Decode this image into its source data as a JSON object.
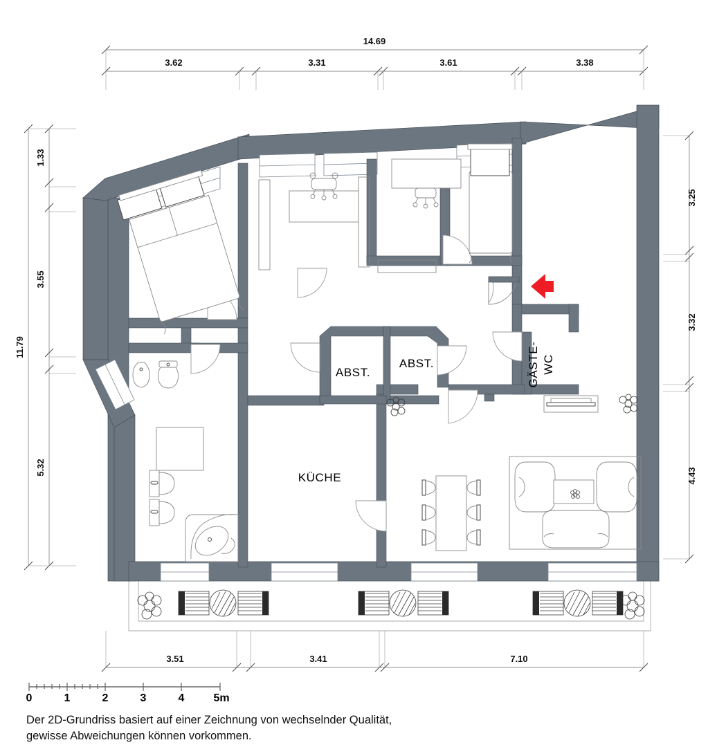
{
  "document": {
    "type": "2D floor plan",
    "language": "de"
  },
  "dimensions": {
    "top": {
      "total": "14.69",
      "segments": [
        "3.62",
        "3.31",
        "3.61",
        "3.38"
      ]
    },
    "left": {
      "total": "11.79",
      "segments": [
        "1.33",
        "3.55",
        "5.32"
      ]
    },
    "right": {
      "segments": [
        "3.25",
        "3.32",
        "4.43"
      ]
    },
    "bottom": {
      "segments": [
        "3.51",
        "3.41",
        "7.10"
      ]
    }
  },
  "rooms": [
    {
      "id": "schlafzimmer",
      "label": ""
    },
    {
      "id": "arbeitszimmer",
      "label": ""
    },
    {
      "id": "kinderzimmer",
      "label": ""
    },
    {
      "id": "abstellraum-1",
      "label": "ABST."
    },
    {
      "id": "abstellraum-2",
      "label": "ABST."
    },
    {
      "id": "gaeste-wc",
      "label": "GÄSTE-\nWC",
      "line1": "GÄSTE-",
      "line2": "WC"
    },
    {
      "id": "kueche",
      "label": "KÜCHE"
    },
    {
      "id": "wohnzimmer",
      "label": ""
    },
    {
      "id": "badezimmer",
      "label": ""
    },
    {
      "id": "flur",
      "label": ""
    }
  ],
  "room_labels": {
    "abst_1": "ABST.",
    "abst_2": "ABST.",
    "gaeste_wc_line1": "GÄSTE-",
    "gaeste_wc_line2": "WC",
    "kueche": "KÜCHE"
  },
  "entrance_marker": {
    "name": "entrance-arrow",
    "color": "#ee1c24",
    "direction": "left"
  },
  "scale_bar": {
    "unit_label": "5m",
    "ticks": [
      "0",
      "1",
      "2",
      "3",
      "4",
      "5m"
    ],
    "max_meters": 5
  },
  "caption": {
    "line1": "Der 2D-Grundriss basiert auf einer Zeichnung von wechselnder Qualität,",
    "line2": "gewisse Abweichungen können vorkommen."
  },
  "colors": {
    "wall": "#6b7680",
    "wall_stroke": "#46505a",
    "furniture_stroke": "#8a8a8a",
    "dimension_line": "#8d8d8d",
    "accent_red": "#ee1c24",
    "background": "#ffffff"
  },
  "furniture": {
    "bedroom_main": [
      "double-bed",
      "nightstand-left",
      "nightstand-right"
    ],
    "office": [
      "desk",
      "office-chair",
      "wardrobe-left",
      "wardrobe-right"
    ],
    "child_room": [
      "single-bed",
      "wardrobe",
      "desk",
      "chair"
    ],
    "bathroom": [
      "urinal",
      "toilet",
      "shower",
      "washbasin-left",
      "washbasin-right",
      "corner-bathtub"
    ],
    "kitchen": [],
    "living": [
      "sofa",
      "armchair-left",
      "armchair-right",
      "coffee-table",
      "plant"
    ],
    "dining": [
      "dining-table",
      "chair-1",
      "chair-2",
      "chair-3",
      "chair-4",
      "chair-5",
      "chair-6"
    ],
    "hall": [
      "sideboard",
      "plant"
    ],
    "terrace": [
      "chair-set-1",
      "round-table-1",
      "chair-set-2",
      "chair-set-3",
      "round-table-2",
      "chair-set-4",
      "chair-set-5",
      "round-table-3",
      "chair-set-6",
      "shrub-left",
      "shrub-right"
    ]
  }
}
